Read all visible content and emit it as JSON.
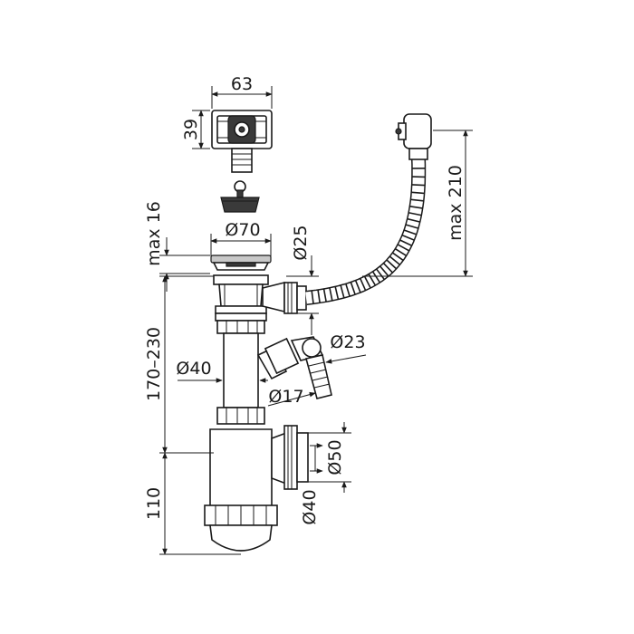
{
  "labels": {
    "width_63": "63",
    "height_39": "39",
    "max_16": "max 16",
    "dia_70": "Ø70",
    "dia_25": "Ø25",
    "max_210": "max 210",
    "range_170_230": "170–230",
    "dia_40_tube": "Ø40",
    "dia_23": "Ø23",
    "dia_17": "Ø17",
    "dia_50": "Ø50",
    "dia_40_outlet": "Ø40",
    "len_110": "110"
  },
  "colors": {
    "line": "#1a1a1a",
    "metal_grey": "#c8c8c8",
    "rubber_dark": "#3a3a3a",
    "background": "#ffffff"
  }
}
